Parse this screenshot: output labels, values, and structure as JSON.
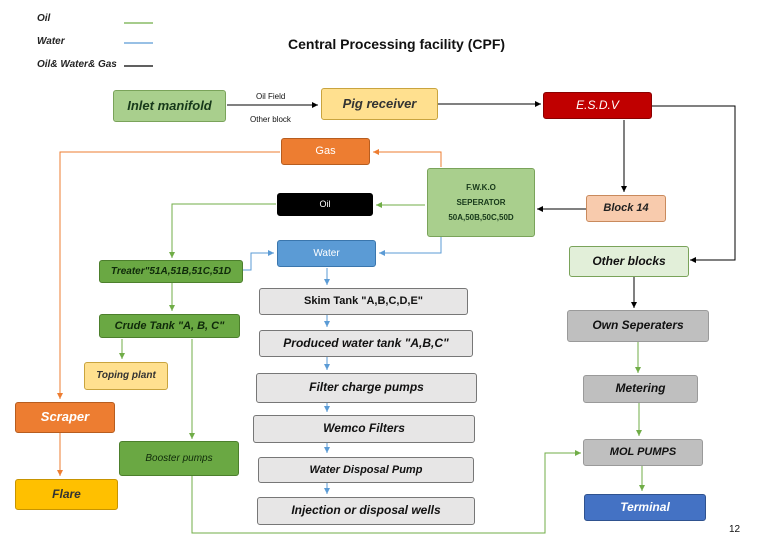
{
  "title": "Central Processing facility (CPF)",
  "page_number": "12",
  "legend": [
    {
      "label": "Oil",
      "color": "#70ad47"
    },
    {
      "label": "Water",
      "color": "#5b9bd5"
    },
    {
      "label": "Oil& Water& Gas",
      "color": "#000000"
    }
  ],
  "colors": {
    "oil": "#70ad47",
    "water": "#5b9bd5",
    "mixed": "#000000",
    "gas": "#ed7d31"
  },
  "nodes": {
    "inlet_manifold": "Inlet manifold",
    "pig_receiver": "Pig receiver",
    "esdv": "E.S.D.V",
    "gas": "Gas",
    "fwko_line1": "F.W.K.O",
    "fwko_line2": "SEPERATOR",
    "fwko_line3": "50A,50B,50C,50D",
    "block14": "Block 14",
    "oil": "Oil",
    "water": "Water",
    "other_blocks": "Other blocks",
    "treater": "Treater\"51A,51B,51C,51D",
    "skim_tank": "Skim Tank \"A,B,C,D,E\"",
    "crude_tank": "Crude Tank \"A, B, C\"",
    "produced_water_tank": "Produced water tank \"A,B,C\"",
    "own_separators": "Own Seperaters",
    "toping_plant": "Toping plant",
    "filter_charge_pumps": "Filter charge pumps",
    "metering": "Metering",
    "scraper": "Scraper",
    "wemco_filters": "Wemco Filters",
    "booster_pumps": "Booster pumps",
    "mol_pumps": "MOL PUMPS",
    "water_disposal_pump": "Water Disposal Pump",
    "flare": "Flare",
    "injection_wells": "Injection or disposal wells",
    "terminal": "Terminal"
  },
  "edge_labels": {
    "oil_field": "Oil Field",
    "other_block": "Other block"
  }
}
